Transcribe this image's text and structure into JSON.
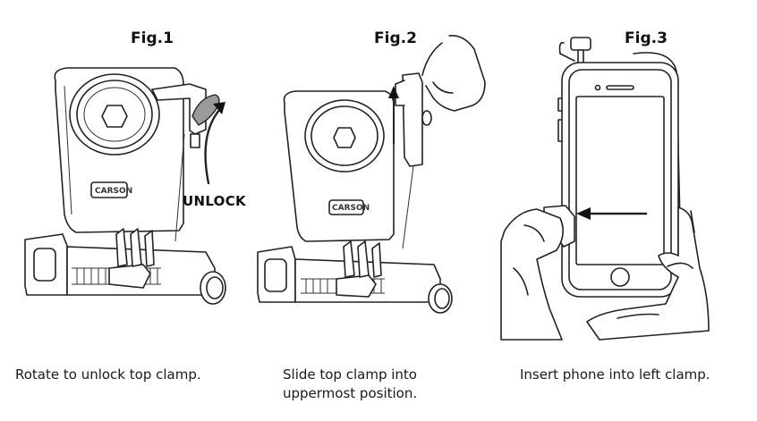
{
  "figures": [
    {
      "title": "Fig.1",
      "caption_lines": [
        "Rotate to unlock top clamp."
      ],
      "annotation": "UNLOCK",
      "brand_text": "CARSON"
    },
    {
      "title": "Fig.2",
      "caption_lines": [
        "Slide top clamp into",
        "uppermost position."
      ],
      "brand_text": "CARSON"
    },
    {
      "title": "Fig.3",
      "caption_lines": [
        "Insert phone into left clamp."
      ]
    }
  ]
}
